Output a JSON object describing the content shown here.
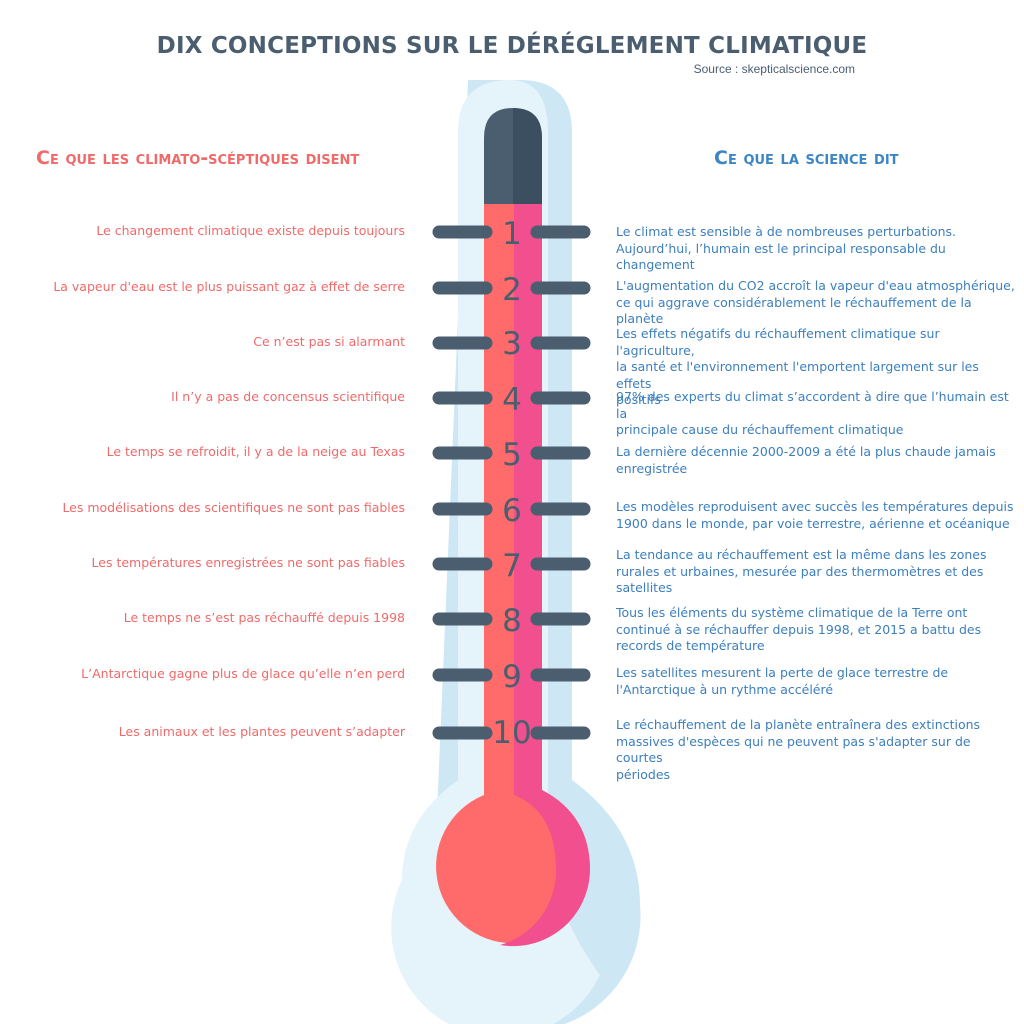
{
  "title": "DIX CONCEPTIONS SUR LE DÉRÉGLEMENT CLIMATIQUE",
  "source": "Source : skepticalscience.com",
  "headers": {
    "skeptics": "Ce que les climato-scéptiques disent",
    "science": "Ce que la science dit"
  },
  "colors": {
    "title": "#4a5e70",
    "skeptic_text": "#f06a6a",
    "science_text": "#3c7fbd",
    "thermometer_fill": "#ff6b6b",
    "thermometer_fill_shade": "#f24f8e",
    "thermometer_glass": "#e5f3fb",
    "thermometer_glass_shade": "#cde7f5",
    "thermometer_cap": "#4a5e70",
    "tick": "#4a5e70"
  },
  "items": [
    {
      "number": "1",
      "myth": "Le changement climatique existe depuis toujours",
      "fact": [
        "Le climat est sensible à de nombreuses perturbations.",
        "Aujourd’hui, l’humain est le principal responsable du changement"
      ]
    },
    {
      "number": "2",
      "myth": "La vapeur d'eau est le plus puissant gaz à effet de serre",
      "fact": [
        "L'augmentation du CO2 accroît la vapeur d'eau atmosphérique,",
        "ce qui aggrave considérablement le réchauffement de la planète"
      ]
    },
    {
      "number": "3",
      "myth": "Ce n’est pas si alarmant",
      "fact": [
        "Les effets négatifs du réchauffement climatique sur l'agriculture,",
        "la santé et l'environnement l'emportent largement sur les effets",
        "positifs"
      ]
    },
    {
      "number": "4",
      "myth": "Il n’y a pas de concensus scientifique",
      "fact": [
        "97% des experts du climat s’accordent à dire que l’humain est la",
        "principale cause du réchauffement climatique"
      ]
    },
    {
      "number": "5",
      "myth": "Le temps se refroidit, il y a de la neige au Texas",
      "fact": [
        "La dernière décennie 2000-2009 a été la plus chaude jamais",
        "enregistrée"
      ]
    },
    {
      "number": "6",
      "myth": "Les modélisations des scientifiques ne sont pas fiables",
      "fact": [
        "Les modèles reproduisent avec succès les températures depuis",
        "1900 dans le monde, par voie terrestre, aérienne et océanique"
      ]
    },
    {
      "number": "7",
      "myth": "Les températures enregistrées ne sont pas fiables",
      "fact": [
        "La tendance au réchauffement est la même dans les zones",
        "rurales et urbaines, mesurée par des thermomètres et des",
        "satellites"
      ]
    },
    {
      "number": "8",
      "myth": "Le temps ne s’est pas réchauffé depuis 1998",
      "fact": [
        "Tous les éléments du système climatique de la Terre ont",
        "continué à se réchauffer depuis 1998, et 2015 a battu des",
        "records de température"
      ]
    },
    {
      "number": "9",
      "myth": "L’Antarctique gagne plus de glace qu’elle n’en perd",
      "fact": [
        "Les satellites mesurent la perte de glace terrestre de",
        "l'Antarctique à un rythme accéléré"
      ]
    },
    {
      "number": "10",
      "myth": "Les animaux et les plantes peuvent s’adapter",
      "fact": [
        "Le réchauffement de la planète entraînera des extinctions",
        "massives d'espèces qui ne peuvent pas s'adapter sur de courtes",
        "périodes"
      ]
    }
  ]
}
